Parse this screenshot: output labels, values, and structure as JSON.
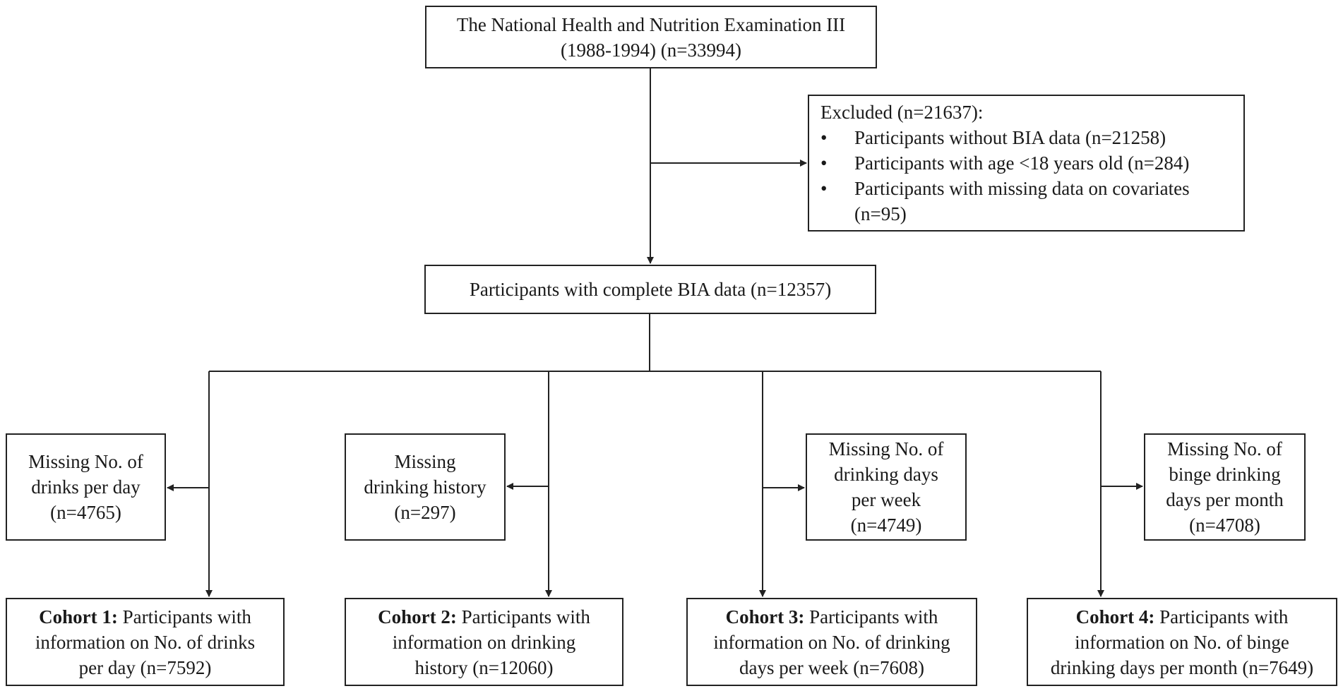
{
  "source": {
    "line1": "The National Health and Nutrition Examination III",
    "line2": "(1988-1994) (n=33994)"
  },
  "excluded": {
    "title": "Excluded (n=21637):",
    "bullet": "•",
    "items": [
      "Participants without BIA data (n=21258)",
      "Participants with age <18 years old (n=284)",
      "Participants with missing data on covariates"
    ],
    "item3_cont": "(n=95)"
  },
  "complete": {
    "label": "Participants with complete BIA data  (n=12357)"
  },
  "missing": [
    {
      "lines": [
        "Missing No. of",
        "drinks per day",
        "(n=4765)"
      ]
    },
    {
      "lines": [
        "Missing",
        "drinking history",
        "(n=297)"
      ]
    },
    {
      "lines": [
        "Missing No. of",
        "drinking days",
        "per week",
        "(n=4749)"
      ]
    },
    {
      "lines": [
        "Missing No. of",
        "binge drinking",
        "days per month",
        "(n=4708)"
      ]
    }
  ],
  "cohorts": [
    {
      "bold": "Cohort 1:",
      "rest": " Participants with",
      "line2": "information on No. of drinks",
      "line3": "per day (n=7592)"
    },
    {
      "bold": "Cohort 2:",
      "rest": " Participants with",
      "line2": "information on drinking",
      "line3": "history (n=12060)"
    },
    {
      "bold": "Cohort 3:",
      "rest": " Participants with",
      "line2": "information on No. of  drinking",
      "line3": "days per week (n=7608)"
    },
    {
      "bold": "Cohort 4:",
      "rest": " Participants with",
      "line2": "information on No. of binge",
      "line3": "drinking days per month (n=7649)"
    }
  ]
}
